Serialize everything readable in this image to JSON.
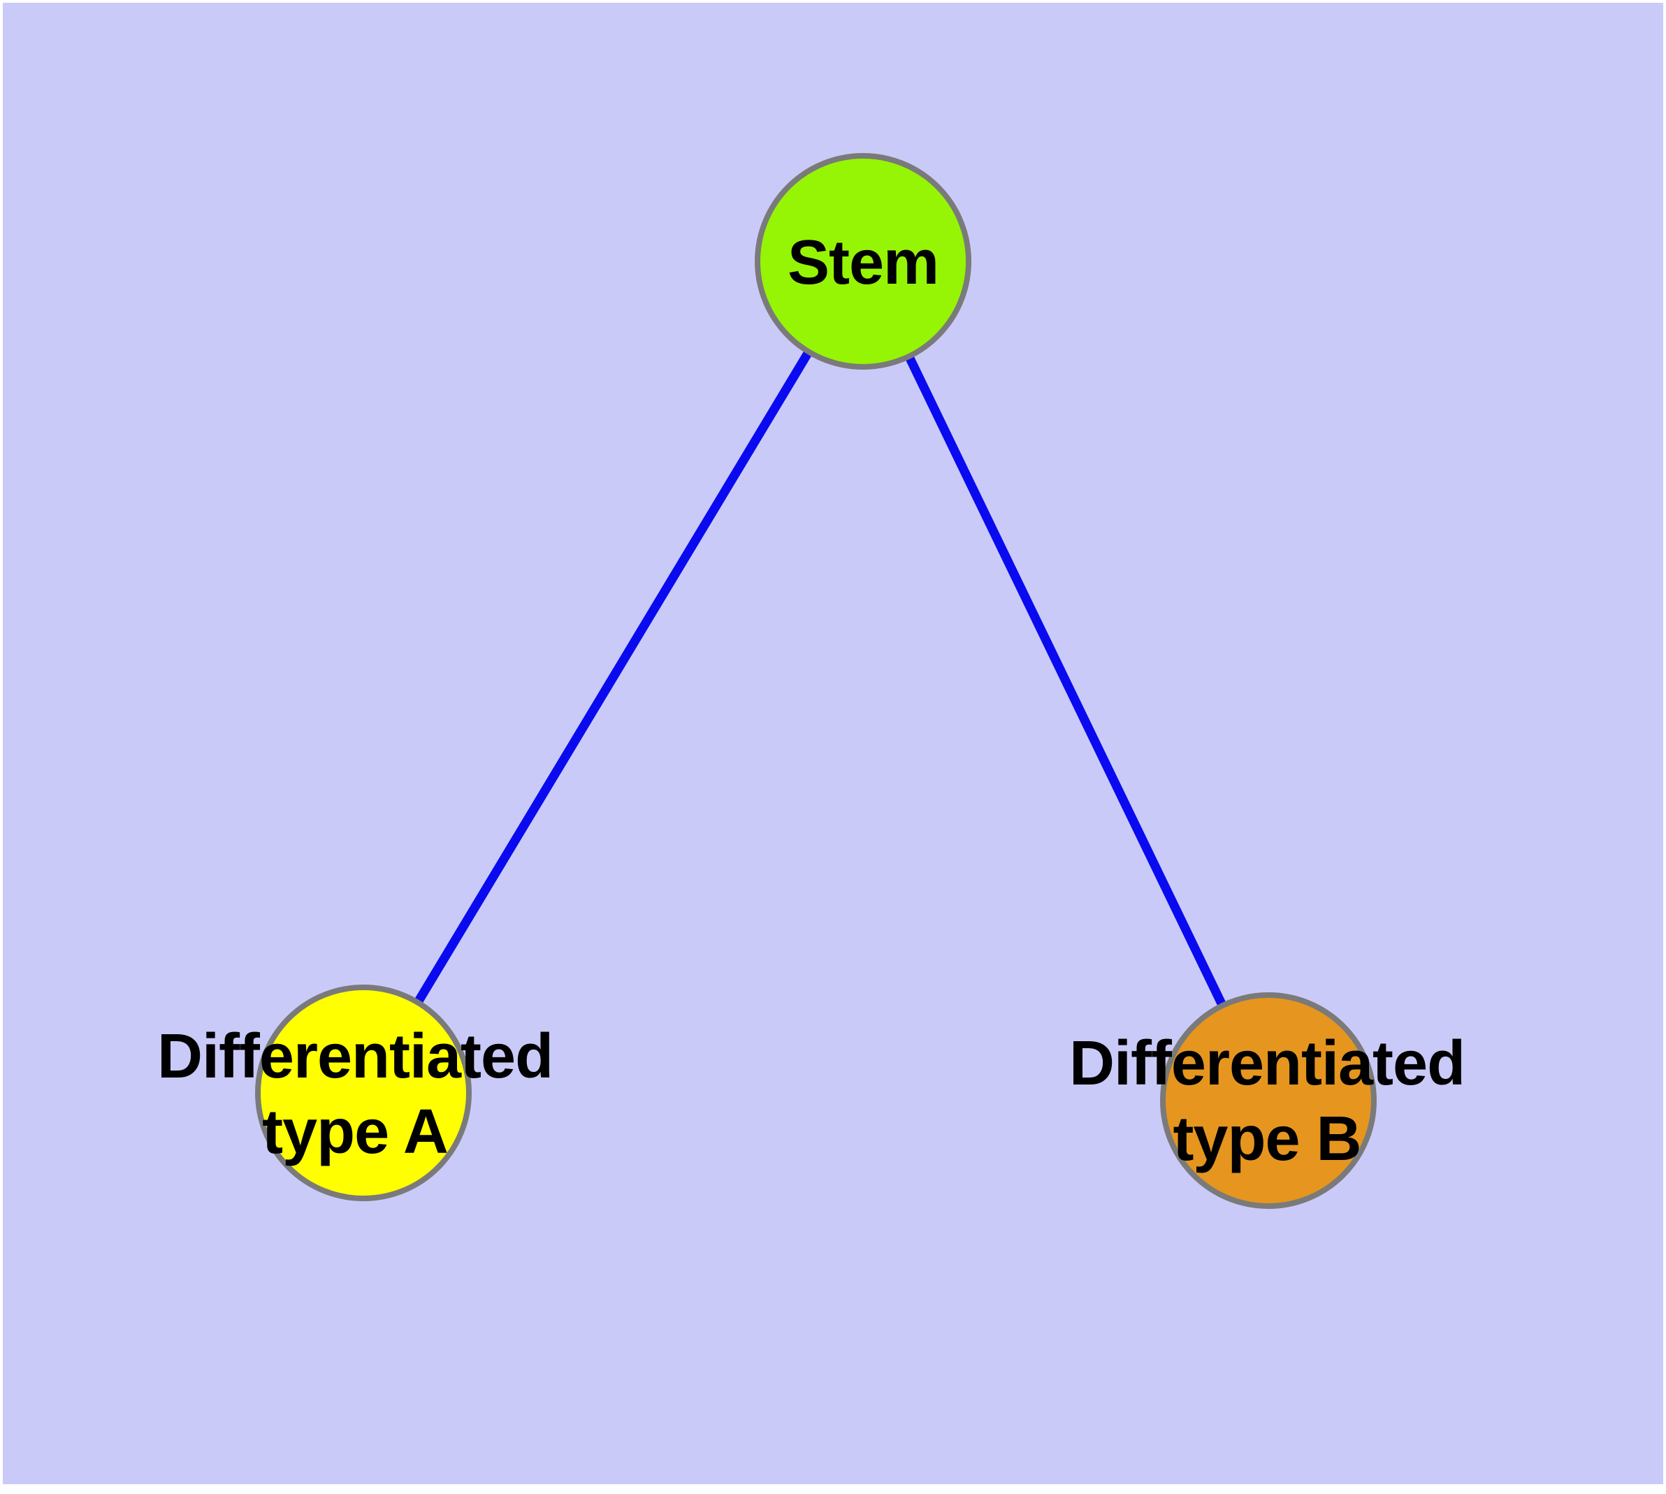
{
  "diagram": {
    "type": "node-link-tree",
    "colors": {
      "page_margin": "#ffffff",
      "panel_background": "#cacaf9",
      "edge": "#0a0af0",
      "node_border": "#7a7a7a",
      "label_text": "#000000"
    },
    "nodes": {
      "stem": {
        "label": "Stem",
        "fill": "#96f505"
      },
      "type_a": {
        "lines": [
          "Differentiated",
          "type A"
        ],
        "fill": "#ffff00"
      },
      "type_b": {
        "lines": [
          "Differentiated",
          "type B"
        ],
        "fill": "#e6961e"
      }
    },
    "edges": [
      {
        "from": "Stem",
        "to": "Differentiated type A"
      },
      {
        "from": "Stem",
        "to": "Differentiated type B"
      }
    ]
  }
}
